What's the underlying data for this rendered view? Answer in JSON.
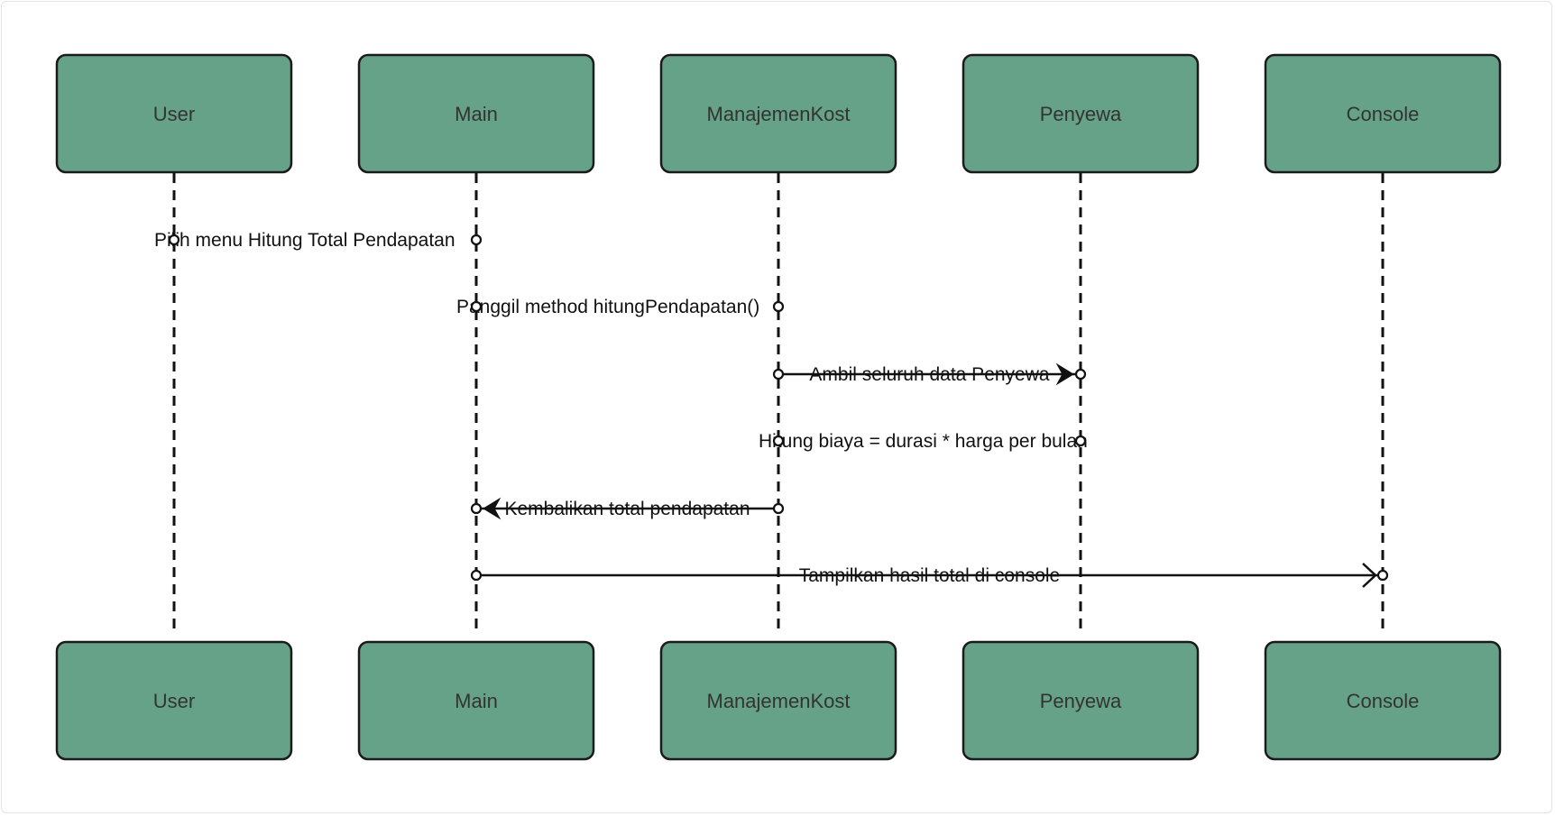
{
  "diagram": {
    "participants": [
      {
        "id": "user",
        "label": "User"
      },
      {
        "id": "main",
        "label": "Main"
      },
      {
        "id": "manajemen",
        "label": "ManajemenKost"
      },
      {
        "id": "penyewa",
        "label": "Penyewa"
      },
      {
        "id": "console",
        "label": "Console"
      }
    ],
    "messages": [
      {
        "from": "user",
        "to": "main",
        "label": "Pilih menu Hitung Total Pendapatan",
        "line": "none",
        "arrow": "none"
      },
      {
        "from": "main",
        "to": "manajemen",
        "label": "Panggil method hitungPendapatan()",
        "line": "none",
        "arrow": "none"
      },
      {
        "from": "manajemen",
        "to": "penyewa",
        "label": "Ambil seluruh data Penyewa",
        "line": "short",
        "arrow": "filled"
      },
      {
        "from": "manajemen",
        "to": "penyewa",
        "label": "Hitung biaya = durasi * harga per bulan",
        "line": "none",
        "arrow": "none"
      },
      {
        "from": "manajemen",
        "to": "main",
        "label": "Kembalikan total pendapatan",
        "line": "short",
        "arrow": "filled"
      },
      {
        "from": "main",
        "to": "console",
        "label": "Tampilkan hasil total di console",
        "line": "full",
        "arrow": "open"
      }
    ]
  }
}
